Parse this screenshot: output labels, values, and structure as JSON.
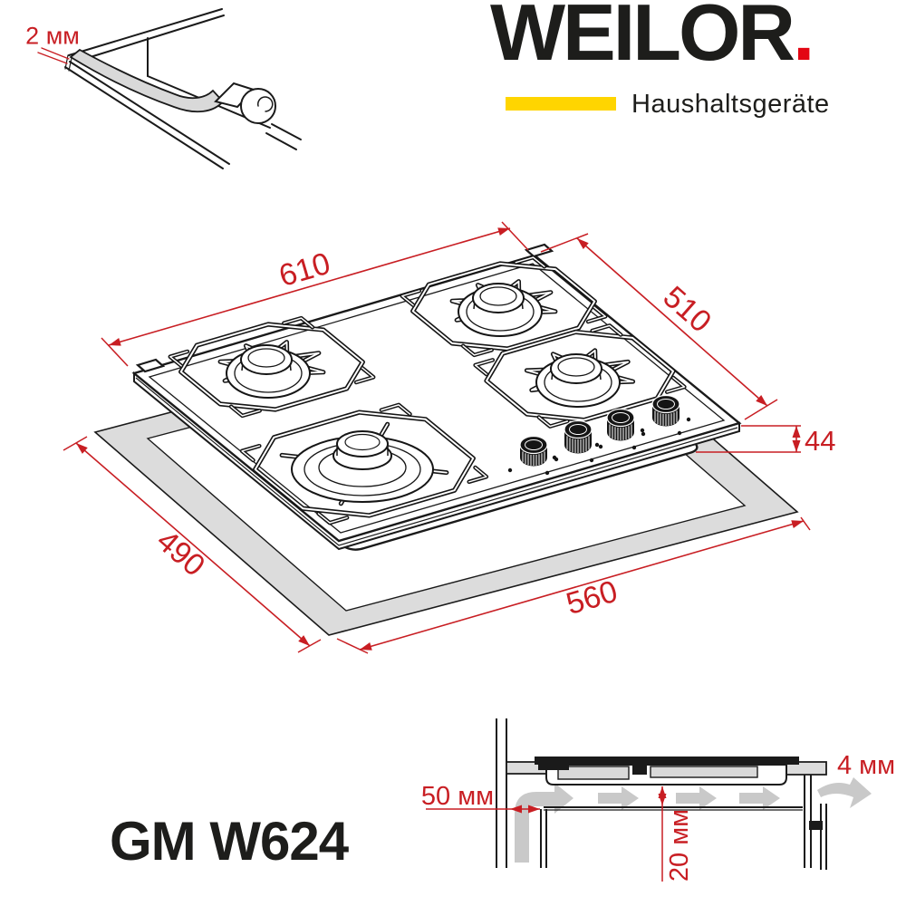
{
  "brand": {
    "wordmark": "WEILOR",
    "dot": ".",
    "tagline": "Haushaltsgeräte"
  },
  "model": "GM W624",
  "dimensions": {
    "edge_thickness": "2 мм",
    "hob_width": "610",
    "hob_depth": "510",
    "hob_height": "44",
    "cutout_depth": "490",
    "cutout_width": "560"
  },
  "installation": {
    "side_clearance": "50 мм",
    "bottom_clearance": "20 мм",
    "rear_gap": "4 мм"
  },
  "colors": {
    "accent_red": "#e30613",
    "dimension_red": "#c81e23",
    "brand_yellow": "#ffd500",
    "ink": "#1d1d1b",
    "counter_gray": "#dcdcdc",
    "airflow_gray": "#c9c9c9"
  }
}
